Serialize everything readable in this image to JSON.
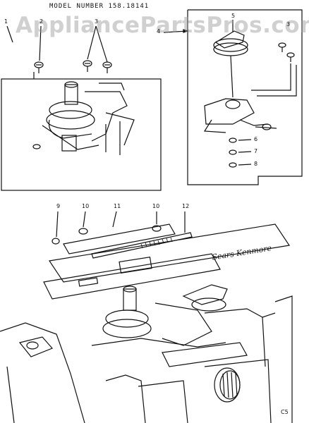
{
  "header": {
    "model_number": "MODEL NUMBER 158.18141"
  },
  "watermark": {
    "text": "AppliancePartsPros.com"
  },
  "callouts": {
    "top_left": [
      "1",
      "2",
      "3"
    ],
    "top_right": [
      "4",
      "5",
      "3",
      "6",
      "7",
      "8"
    ],
    "bottom": [
      "9",
      "10",
      "11",
      "10",
      "12"
    ]
  },
  "brand_plate": {
    "text": "Sears Kenmore"
  },
  "page_code": {
    "text": "C5"
  },
  "colors": {
    "ink": "#111111",
    "watermark": "#969696",
    "paper": "#ffffff"
  }
}
